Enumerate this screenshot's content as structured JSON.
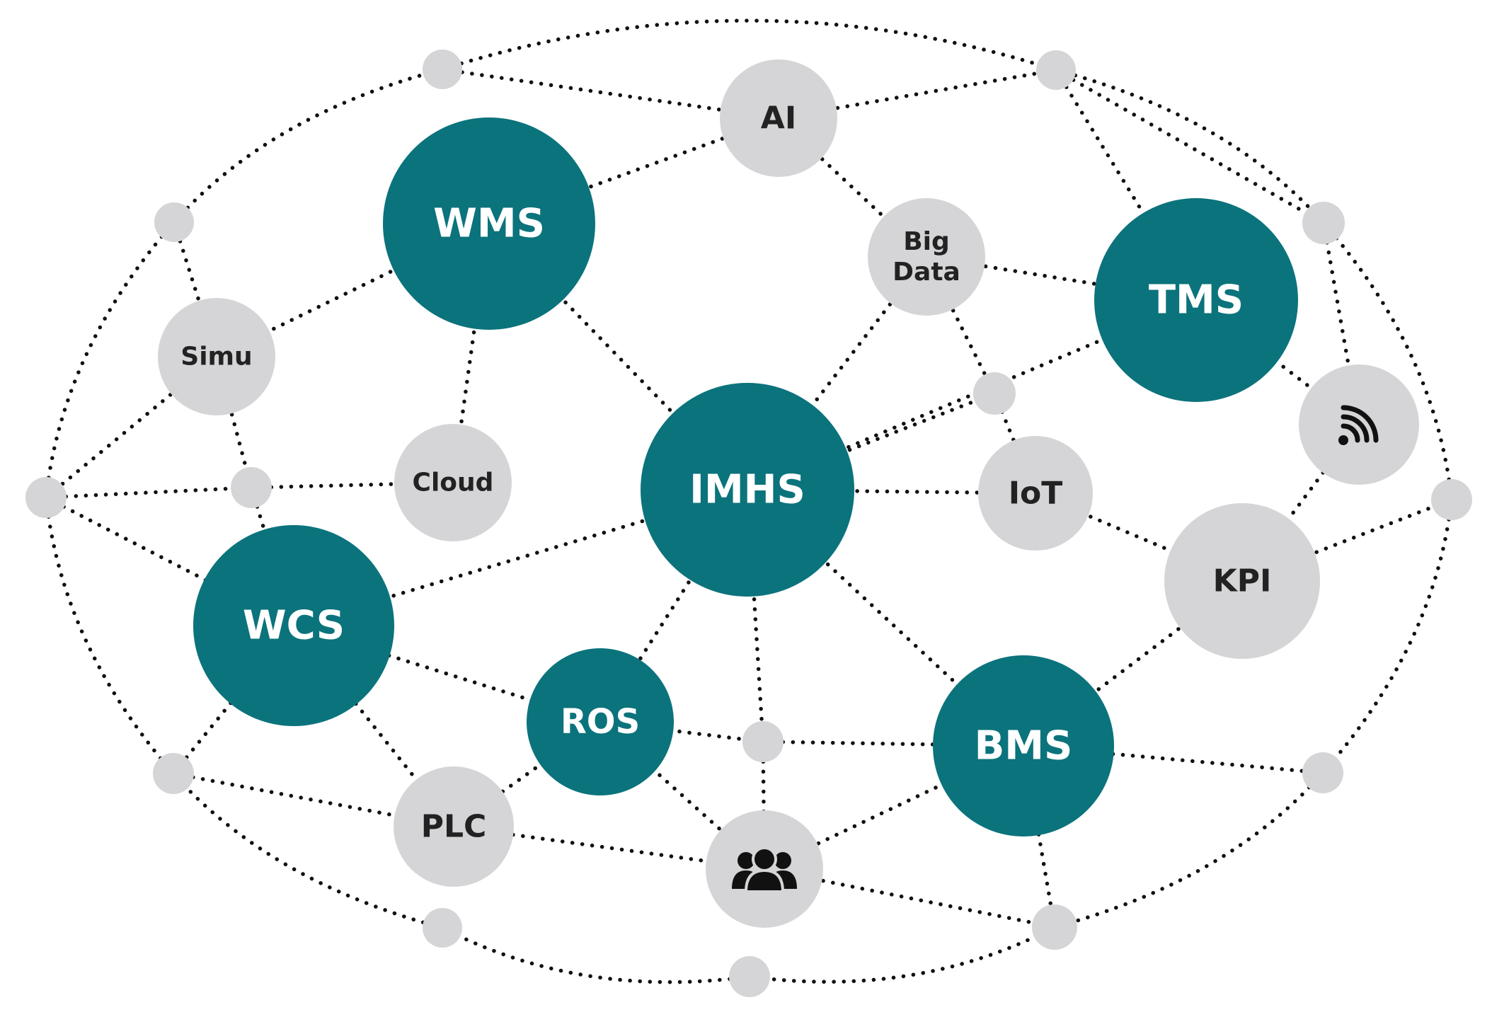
{
  "colors": {
    "primary_node": "#0b737c",
    "secondary_node": "#d5d5d7",
    "primary_text": "#ffffff",
    "secondary_text": "#222222",
    "edge": "#111111",
    "background": "#ffffff"
  },
  "nodes": [
    {
      "id": "ai",
      "label": [
        "AI"
      ],
      "kind": "secondary"
    },
    {
      "id": "wms",
      "label": [
        "WMS"
      ],
      "kind": "primary"
    },
    {
      "id": "bigdata",
      "label": [
        "Big",
        "Data"
      ],
      "kind": "secondary"
    },
    {
      "id": "tms",
      "label": [
        "TMS"
      ],
      "kind": "primary"
    },
    {
      "id": "simu",
      "label": [
        "Simu"
      ],
      "kind": "secondary"
    },
    {
      "id": "cloud",
      "label": [
        "Cloud"
      ],
      "kind": "secondary"
    },
    {
      "id": "imhs",
      "label": [
        "IMHS"
      ],
      "kind": "primary"
    },
    {
      "id": "iot",
      "label": [
        "IoT"
      ],
      "kind": "secondary"
    },
    {
      "id": "wifi",
      "label": [],
      "kind": "secondary",
      "icon": "wifi-signal-icon"
    },
    {
      "id": "kpi",
      "label": [
        "KPI"
      ],
      "kind": "secondary"
    },
    {
      "id": "wcs",
      "label": [
        "WCS"
      ],
      "kind": "primary"
    },
    {
      "id": "ros",
      "label": [
        "ROS"
      ],
      "kind": "primary"
    },
    {
      "id": "bms",
      "label": [
        "BMS"
      ],
      "kind": "primary"
    },
    {
      "id": "plc",
      "label": [
        "PLC"
      ],
      "kind": "secondary"
    },
    {
      "id": "users",
      "label": [],
      "kind": "secondary",
      "icon": "users-group-icon"
    }
  ],
  "edges": [
    [
      "d_top_l",
      "ai"
    ],
    [
      "ai",
      "d_top_r"
    ],
    [
      "ai",
      "wms"
    ],
    [
      "ai",
      "bigdata"
    ],
    [
      "d_top_r",
      "tms"
    ],
    [
      "bigdata",
      "tms"
    ],
    [
      "bigdata",
      "d_mid"
    ],
    [
      "bigdata",
      "imhs"
    ],
    [
      "d_mid",
      "iot"
    ],
    [
      "imhs",
      "d_mid"
    ],
    [
      "imhs",
      "tms"
    ],
    [
      "d_top_r",
      "d_rt"
    ],
    [
      "d_rt",
      "wifi"
    ],
    [
      "tms",
      "wifi"
    ],
    [
      "wifi",
      "kpi"
    ],
    [
      "wms",
      "simu"
    ],
    [
      "wms",
      "cloud"
    ],
    [
      "wms",
      "imhs"
    ],
    [
      "d_lt",
      "simu"
    ],
    [
      "simu",
      "d_cl"
    ],
    [
      "simu",
      "d_left"
    ],
    [
      "d_left",
      "d_cl"
    ],
    [
      "d_cl",
      "cloud"
    ],
    [
      "d_cl",
      "wcs"
    ],
    [
      "d_left",
      "wcs"
    ],
    [
      "imhs",
      "iot"
    ],
    [
      "iot",
      "kpi"
    ],
    [
      "kpi",
      "bms"
    ],
    [
      "kpi",
      "d_right"
    ],
    [
      "imhs",
      "wcs"
    ],
    [
      "imhs",
      "ros"
    ],
    [
      "imhs",
      "d_cb"
    ],
    [
      "imhs",
      "bms"
    ],
    [
      "wcs",
      "ros"
    ],
    [
      "wcs",
      "d_lb"
    ],
    [
      "wcs",
      "plc"
    ],
    [
      "d_lb",
      "plc"
    ],
    [
      "ros",
      "plc"
    ],
    [
      "ros",
      "d_cb"
    ],
    [
      "ros",
      "users"
    ],
    [
      "d_cb",
      "bms"
    ],
    [
      "d_cb",
      "users"
    ],
    [
      "plc",
      "users"
    ],
    [
      "users",
      "bms"
    ],
    [
      "users",
      "d_br"
    ],
    [
      "bms",
      "d_br"
    ],
    [
      "bms",
      "d_rb"
    ]
  ]
}
